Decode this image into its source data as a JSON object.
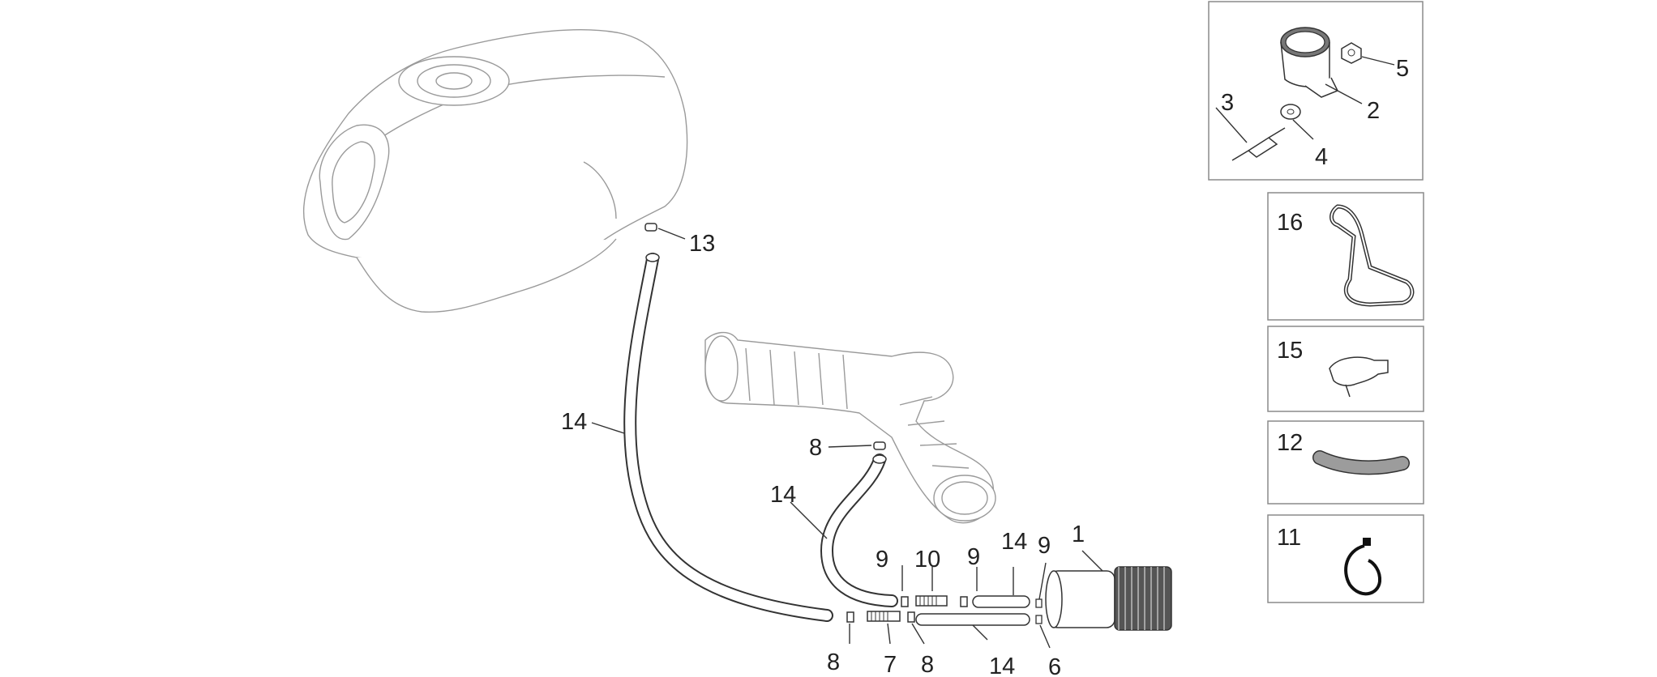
{
  "callouts": {
    "c1": "1",
    "c2": "2",
    "c3": "3",
    "c4": "4",
    "c5": "5",
    "c6": "6",
    "c7": "7",
    "c8a": "8",
    "c8b": "8",
    "c8c": "8",
    "c9a": "9",
    "c9b": "9",
    "c9c": "9",
    "c10": "10",
    "c11": "11",
    "c12": "12",
    "c13": "13",
    "c14a": "14",
    "c14b": "14",
    "c14c": "14",
    "c14d": "14",
    "c15": "15",
    "c16": "16"
  },
  "icons": {
    "fuel_tank": "fuel-tank-icon",
    "air_intake_duct": "air-intake-duct-icon",
    "canister": "carbon-canister-icon",
    "vent_hose": "hose-icon",
    "clamp": "clamp-icon",
    "fitting": "hose-fitting-icon",
    "bracket_band": "bracket-band-icon",
    "stud": "stud-icon",
    "washer": "washer-icon",
    "nut": "nut-icon",
    "wire_bracket": "wire-bracket-icon",
    "clip": "clip-icon",
    "hose_section": "hose-section-icon",
    "spring_clamp": "spring-clamp-icon"
  },
  "colors": {
    "line": "#333333",
    "outline": "#9a9a9a",
    "hose_fill": "#9c9c9c",
    "background": "#ffffff"
  }
}
